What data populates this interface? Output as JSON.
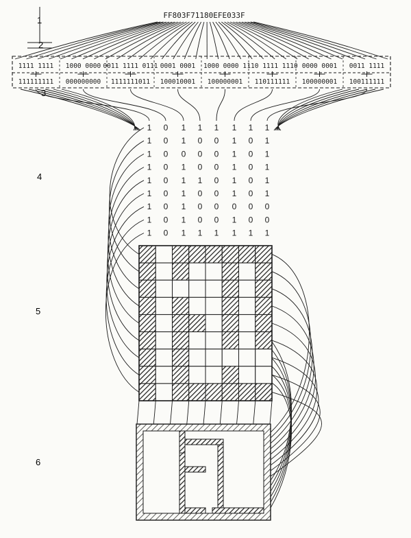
{
  "hex_code": "FF803F71180EFE033F",
  "step_labels": [
    "1",
    "2",
    "3",
    "4",
    "5",
    "6"
  ],
  "byte_pairs": [
    {
      "binary": "1111 1111",
      "decimal": "111111111"
    },
    {
      "binary": "1000 0000",
      "decimal": "000000000"
    },
    {
      "binary": "0011 1111 0111",
      "decimal": "1111111011"
    },
    {
      "binary": "0001 0001",
      "decimal": "100010001"
    },
    {
      "binary": "1000 0000 1",
      "decimal": "100000001"
    },
    {
      "binary": "110 1111 1110",
      "decimal": "110111111"
    },
    {
      "binary": "0000 0001",
      "decimal": "100000001"
    },
    {
      "binary": "0011 1111",
      "decimal": "100111111"
    }
  ],
  "bit_matrix": [
    [
      1,
      0,
      1,
      1,
      1,
      1,
      1,
      1
    ],
    [
      1,
      0,
      1,
      0,
      0,
      1,
      0,
      1
    ],
    [
      1,
      0,
      0,
      0,
      0,
      1,
      0,
      1
    ],
    [
      1,
      0,
      1,
      0,
      0,
      1,
      0,
      1
    ],
    [
      1,
      0,
      1,
      1,
      0,
      1,
      0,
      1
    ],
    [
      1,
      0,
      1,
      0,
      0,
      1,
      0,
      1
    ],
    [
      1,
      0,
      1,
      0,
      0,
      0,
      0,
      0
    ],
    [
      1,
      0,
      1,
      0,
      0,
      1,
      0,
      0
    ],
    [
      1,
      0,
      1,
      1,
      1,
      1,
      1,
      1
    ]
  ],
  "colors": {
    "ink": "#1a1a1a",
    "paper": "#fbfbf8"
  }
}
